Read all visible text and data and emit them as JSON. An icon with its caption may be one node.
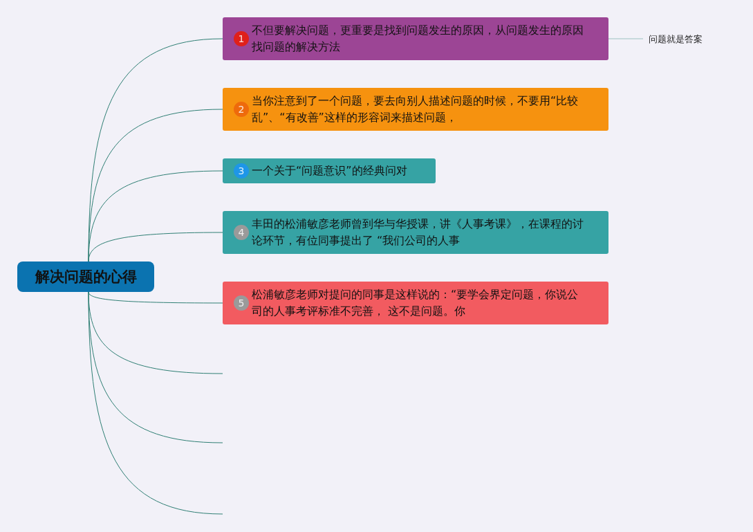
{
  "diagram": {
    "nodes": [
      {
        "text": [
          "解决问题的心得"
        ]
      },
      {
        "text": [
          "1",
          "不但要解决问题，更重要是找到问题发生的原因，从问题发生的原因找问题的解决方法"
        ]
      },
      {
        "text": [
          "2",
          "当你注意到了一个问题，要去向别人描述问题的时候，不要用“比较乱”、“有改善”这样的形容词来描述问题，"
        ]
      },
      {
        "text": [
          "3",
          "一个关于“问题意识”的经典问对"
        ]
      },
      {
        "text": [
          "4",
          "丰田的松浦敏彦老师曾到华与华授课，讲《人事考课》，在课程的讨论环节，有位同事提出了 “我们公司的人事"
        ]
      },
      {
        "text": [
          "5",
          "松浦敏彦老师对提问的同事是这样说的：“要学会界定问题，你说公司的人事考评标准不完善， 这不是问题。你"
        ]
      },
      {
        "text": [
          "问题就是答案"
        ]
      }
    ],
    "edges": [
      {
        "from": 0,
        "to": 1,
        "arrow": "none"
      },
      {
        "from": 0,
        "to": 2,
        "arrow": "none"
      },
      {
        "from": 0,
        "to": 3,
        "arrow": "none"
      },
      {
        "from": 0,
        "to": 4,
        "arrow": "none"
      },
      {
        "from": 0,
        "to": 5,
        "arrow": "none"
      },
      {
        "from": 0,
        "to": null,
        "arrow": "none"
      },
      {
        "from": 0,
        "to": null,
        "arrow": "none"
      },
      {
        "from": 0,
        "to": null,
        "arrow": "none"
      },
      {
        "from": 1,
        "to": 6,
        "arrow": "none",
        "color": "#9cc1c0"
      }
    ]
  }
}
